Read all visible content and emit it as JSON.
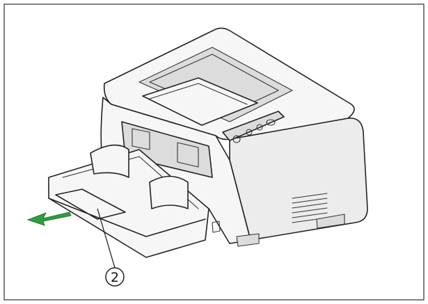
{
  "figure": {
    "callout_label": "2",
    "colors": {
      "frame": "#555555",
      "outline": "#222222",
      "arrow": "#2f9e3f",
      "tray": "#cfcfcf"
    },
    "icons": [
      "scanner-illustration",
      "pull-direction-arrow"
    ]
  }
}
